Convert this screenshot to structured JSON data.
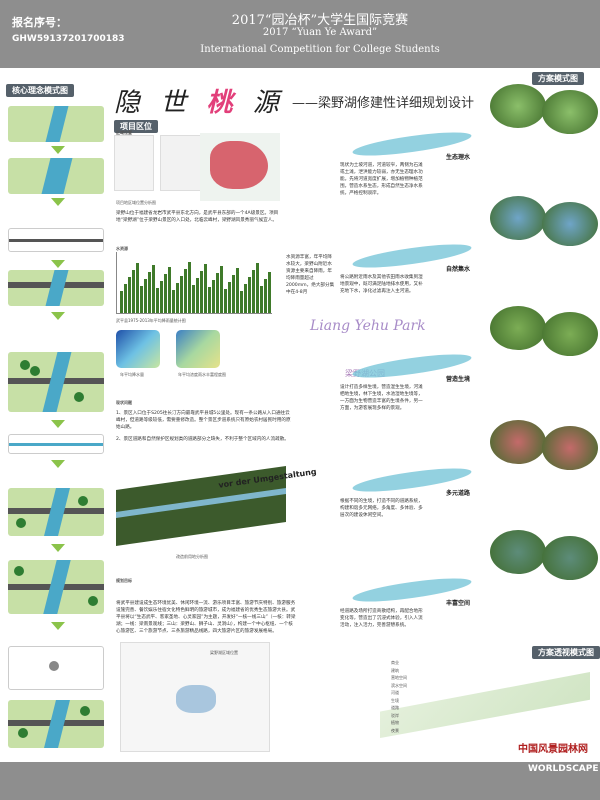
{
  "header": {
    "reg_label": "报名序号：",
    "reg_id": "GHW59137201700183",
    "title_cn": "2017“园冶杯”大学生国际竞赛",
    "title_en1": "2017 “Yuan Ye Award”",
    "title_en2": "International Competition for College Students"
  },
  "left_panel": {
    "heading": "核心理念模式图"
  },
  "title": {
    "part1": "隐 世 ",
    "part2": "桃",
    "part3": " 源",
    "subtitle": "——梁野湖修建性详细规划设计"
  },
  "sections": {
    "location_band": "项目区位",
    "location_label": "区域位置",
    "location_caption": "项目地区域位置分析图",
    "location_text": "梁野山位于福建省龙岩市武平县东北方向，是武平县东部的一个4A级景区。项目地“梁野湖”位于梁野山景区的入口处，北临云峰村，梁野湖风景秀丽气候宜人。",
    "climate_label": "水资源",
    "climate_text": "水资源丰富，年平均降水较大，梁野山附近水资源主要来自降雨，年均降雨量超过2000mm，绝大部分集中在4-8月",
    "chart_caption": "武平县1975-2013年平均降雨量统计图",
    "map_caption_1": "年平均降水量",
    "map_caption_2": "年平均浓度雨水丰富程度图",
    "issues_label": "现状问题",
    "issue_1": "1、景区入口位于S205往长汀方向最靠武平县城5公里处。现有一条公路从入口通往云峰村，但道路等级较低，需要重修改造。整个景区步道系统只有原始农村居民时用的原始山路。",
    "issue_2": "2、景区道路和自然保护区规划类的道路部分之缺失，不利于整个区域内的人流疏散。",
    "analysis_vor": "vor der Umgestaltung",
    "analysis_caption": "改造前用地分析图",
    "goal_label": "规划目标",
    "goal_text": "将武平县建设成生态环境优美、休闲环境一流、游乐项目丰富、旅游节庆特别、旅游服务设施完善、餐饮娱乐住宿文化特色鲜明的旅游城市，成为福建省的优秀生态旅游大县。武平县将以“生态武平、客家圣地、心灵家园”为主题，开发好“一核一线三山”（一核：转梁湖；一线：梁南景观线；三山：梁野山、狮子山、灵洞山），构建一个中心枢纽、一个核心旅游区、三个旅游节点、三条旅游精品线路，四大旅游片区的旅游发展格局。",
    "area_caption": "梁野湖区域位置"
  },
  "logo": {
    "script": "Liang Yehu Park",
    "cn": "梁野湖公园"
  },
  "modes": {
    "heading": "方案模式图",
    "items": [
      {
        "label": "生态理水",
        "text": "现状为土坡河道，河道较窄，两侧为石滩或土滩，泄洪能力较弱，亦无生态理水功能。先将河道宽度扩展，增加植物种植范围，营造水系生态，形成自然生态净水系统，严格控制驳岸。"
      },
      {
        "label": "自然集水",
        "text": "将公路附近雨水及其他农田雨水收集到湿地景观中，既可满足陆地排水使用，又补充地下水，净化过滤再注入主河道。"
      },
      {
        "label": "营造生境",
        "text": "设计打造多样生境，营造湿生生境，河滩栖地生境，林下生境，水池湿地生境等，一方面为生物营造丰富的生境条件，另一方面，为游客展现多样的景观。"
      },
      {
        "label": "多元道路",
        "text": "根据不同的生境，打造不同的道路系统，构建和谐多元网络，多角度、多体验、多层次的建设休闲空间。"
      },
      {
        "label": "丰富空间",
        "text": "经道路及场所打造商散结构，再配合地形变化等，营造出了沉浸式体验，引入人流活动，注入活力，完善游憩系统。"
      }
    ]
  },
  "perspective": {
    "heading": "方案透视模式图",
    "layers": [
      "商业",
      "建筑",
      "营地空间",
      "滨水空间",
      "河道",
      "生境",
      "道路",
      "驳岸",
      "植物",
      "夜景"
    ]
  },
  "footer": {
    "logo_cn": "中国风景园林网",
    "logo_en": "WORLDSCAPE"
  }
}
